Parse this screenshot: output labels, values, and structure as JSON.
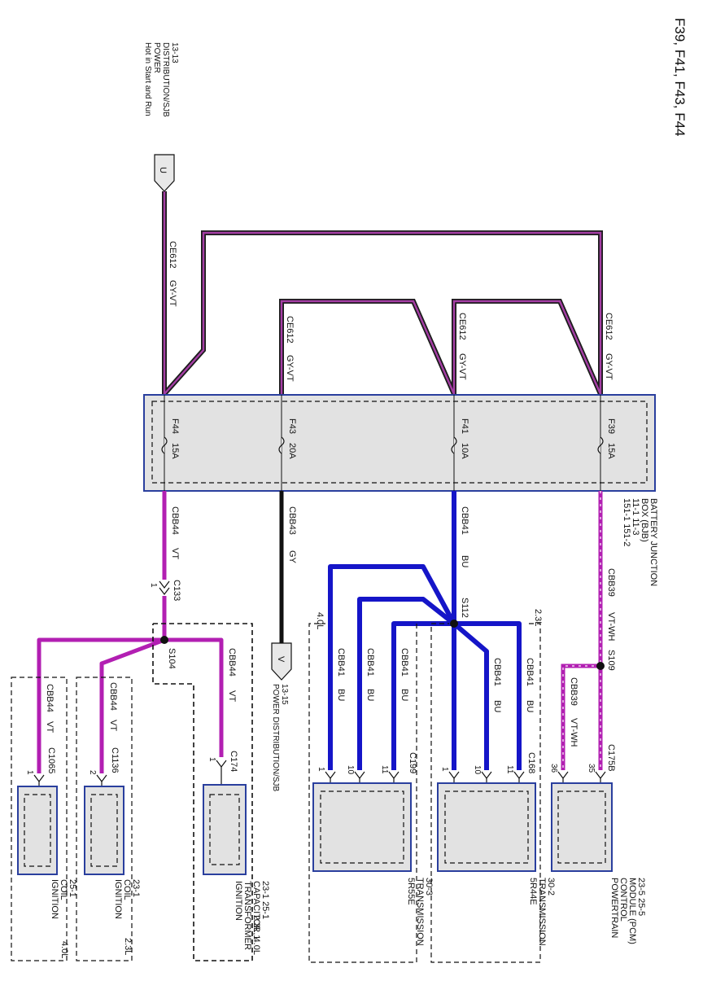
{
  "page_title": "F39, F41, F43, F44",
  "connectors": {
    "u": {
      "letter": "U",
      "note": [
        "Hot in Start and Run",
        "POWER",
        "DISTRIBUTION/SJB",
        "13-13"
      ]
    },
    "v": {
      "letter": "V",
      "note": [
        "POWER DISTRIBUTION/SJB",
        "13-15"
      ]
    }
  },
  "bjb": {
    "lines": [
      "BATTERY JUNCTION",
      "BOX (BJB)",
      "11-1   11-3",
      "151-1   151-2"
    ]
  },
  "fuses": [
    {
      "id": "F44",
      "rating": "15A"
    },
    {
      "id": "F43",
      "rating": "20A"
    },
    {
      "id": "F41",
      "rating": "10A"
    },
    {
      "id": "F39",
      "rating": "15A"
    }
  ],
  "circuits": {
    "ce612": "CE612",
    "gyvt": "GY-VT",
    "cbb44": "CBB44",
    "vt": "VT",
    "cbb43": "CBB43",
    "gy": "GY",
    "cbb41": "CBB41",
    "bu": "BU",
    "cbb39": "CBB39",
    "vtwh": "VT-WH"
  },
  "splices": {
    "s104": "S104",
    "s112": "S112",
    "s109": "S109"
  },
  "connector_ids": {
    "c133": "C133",
    "c174": "C174",
    "c1136": "C1136",
    "c1065": "C1065",
    "c199": "C199",
    "c168": "C168",
    "c175b": "C175B"
  },
  "pins": {
    "p1": "1",
    "p2": "2",
    "p10": "10",
    "p11": "11",
    "p35": "35",
    "p36": "36"
  },
  "engine_tags": {
    "l23": "2.3L",
    "l40": "4.0L",
    "l2340": "2.3L, 4.0L"
  },
  "components": {
    "pcm": [
      "POWERTRAIN",
      "CONTROL",
      "MODULE (PCM)",
      "23-5   25-5"
    ],
    "t5r44e": [
      "5R44E",
      "TRANSMISSION",
      "30-2"
    ],
    "t5r55e": [
      "5R55E",
      "TRANSMISSION",
      "30-3"
    ],
    "itc": [
      "IGNITION",
      "TRANSFORMER",
      "CAPACITOR 1",
      "23-1   25-1"
    ],
    "coil23": [
      "IGNITION",
      "COIL",
      "23-1"
    ],
    "coil25": [
      "IGNITION",
      "COIL",
      "25-1"
    ]
  },
  "colors": {
    "gy_vt_outer": "#1c1c1c",
    "gy_vt_inner": "#a53ea5",
    "violet": "#b21fb2",
    "blue": "#1515c8",
    "gray_black": "#111111",
    "box_fill": "#e2e2e2",
    "box_stroke": "#2a3f9e"
  }
}
